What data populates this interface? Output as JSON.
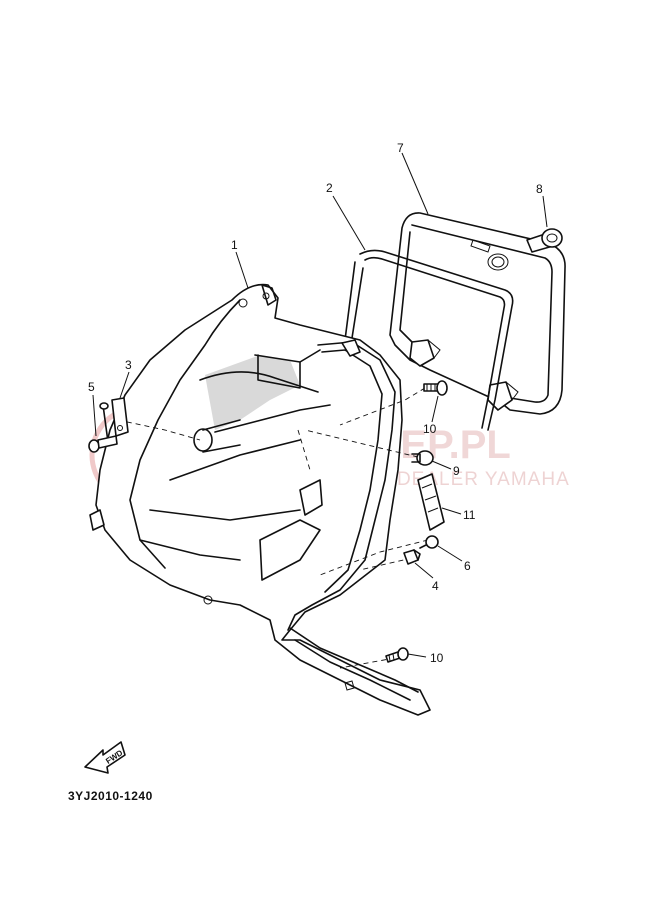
{
  "callouts": [
    "1",
    "2",
    "3",
    "4",
    "5",
    "6",
    "7",
    "8",
    "9",
    "10",
    "10",
    "11"
  ],
  "fwd_label": "FWD",
  "diagram_ref": "3YJ2010-1240",
  "watermark": {
    "main": "YAMA-SKLEP.PL",
    "sub": "WOJCIECHOWSKI DEALER YAMAHA"
  }
}
